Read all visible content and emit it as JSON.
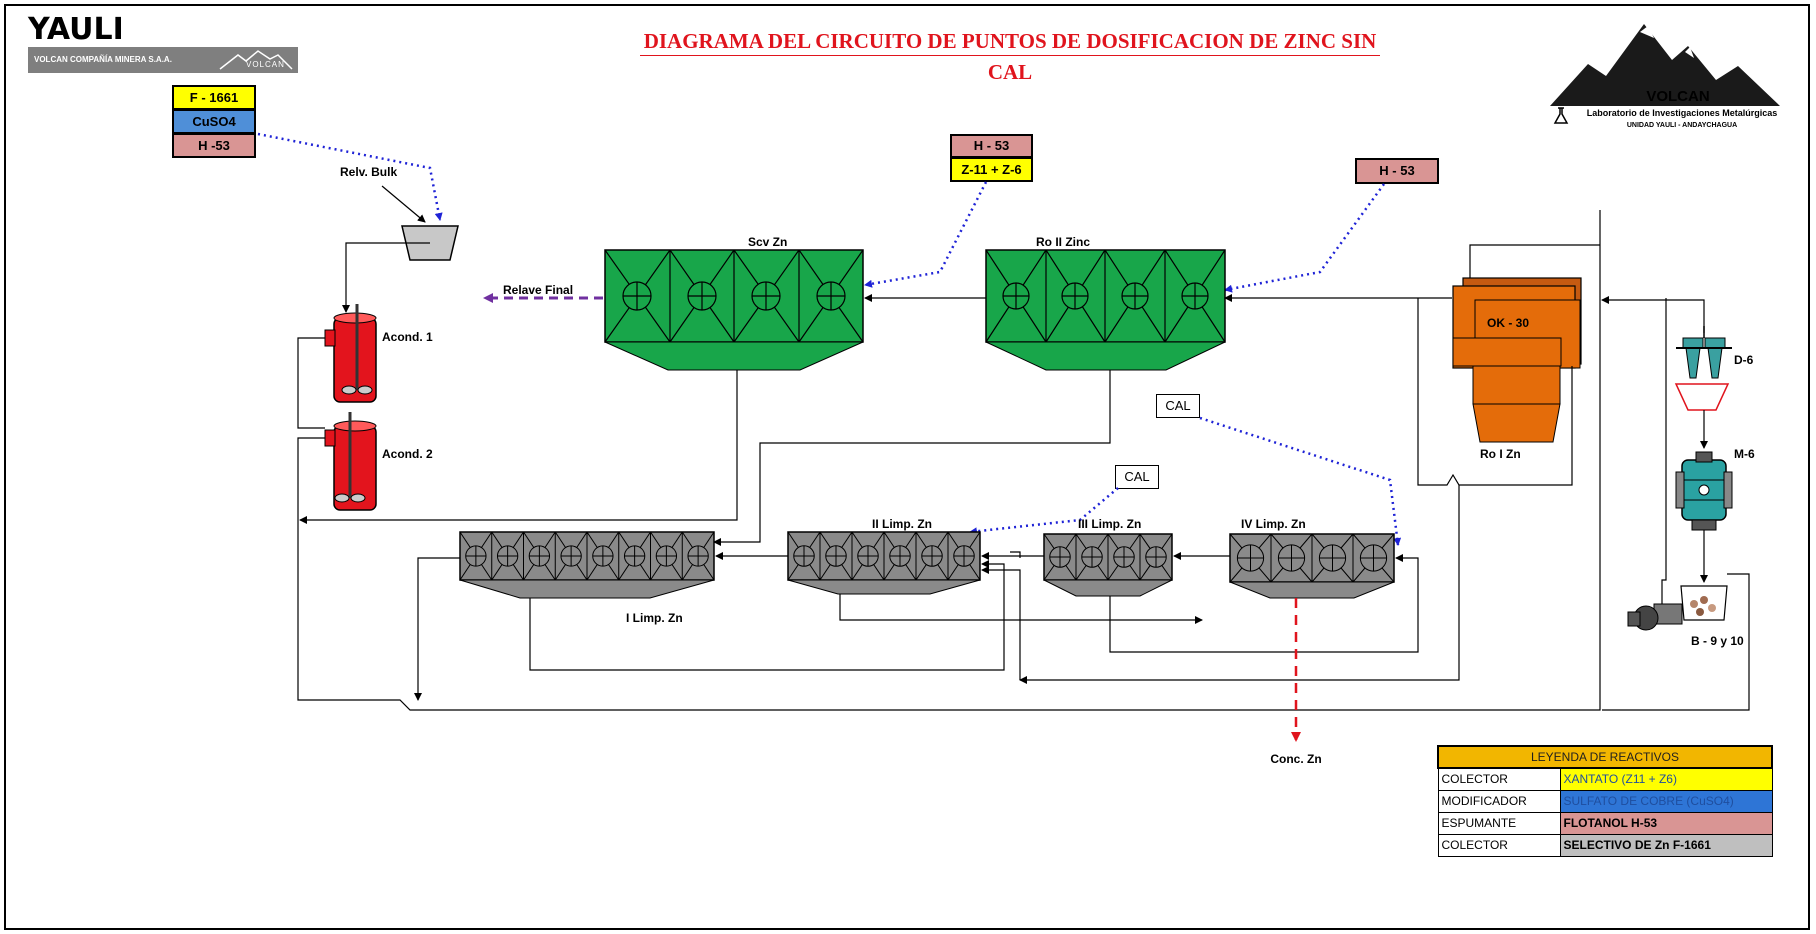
{
  "header": {
    "brand": "YAULI",
    "brand_sub": "VOLCAN COMPAÑÍA MINERA S.A.A.",
    "brand_logo_text": "VOLCAN",
    "title_line1": "DIAGRAMA DEL CIRCUITO DE  PUNTOS DE DOSIFICACION DE ZINC SIN",
    "title_line2": "CAL",
    "lab_name": "VOLCAN",
    "lab_sub": "Laboratorio de Investigaciones Metalúrgicas",
    "lab_unit": "UNIDAD YAULI  -  ANDAYCHAGUA"
  },
  "reagent_tags": {
    "left_f1661": "F - 1661",
    "left_cuso4": "CuSO4",
    "left_h53": "H -53",
    "mid_h53": "H  - 53",
    "mid_z11z6": "Z-11 + Z-6",
    "right_h53": "H  - 53",
    "cal_1": "CAL",
    "cal_2": "CAL"
  },
  "equipment": {
    "relv_bulk": "Relv. Bulk",
    "acond_1": "Acond. 1",
    "acond_2": "Acond. 2",
    "scv_zn": "Scv Zn",
    "ro_ii_zinc": "Ro II Zinc",
    "ok30": "OK - 30",
    "ro_i_zn": "Ro I Zn",
    "d6": "D-6",
    "m6": "M-6",
    "b910": "B - 9 y 10",
    "i_limp": "I Limp. Zn",
    "ii_limp": "II Limp. Zn",
    "iii_limp": "III Limp. Zn",
    "iv_limp": "IV Limp. Zn",
    "relave_final": "Relave Final",
    "conc_zn": "Conc. Zn"
  },
  "legend": {
    "header": "LEYENDA DE REACTIVOS",
    "rows": [
      {
        "type": "COLECTOR",
        "reagent": "XANTATO (Z11 + Z6)",
        "color": "#ffff00",
        "text_color": "#1f4e9e"
      },
      {
        "type": "MODIFICADOR",
        "reagent": "SULFATO DE COBRE (CuSO4)",
        "color": "#2e75d6",
        "text_color": "#1f4e9e"
      },
      {
        "type": "ESPUMANTE",
        "reagent": "FLOTANOL H-53",
        "color": "#d99594",
        "text_color": "#000000"
      },
      {
        "type": "COLECTOR",
        "reagent": "SELECTIVO DE Zn F-1661",
        "color": "#bfbfbf",
        "text_color": "#000000"
      }
    ]
  },
  "colors": {
    "yellow": "#ffff00",
    "blue": "#4f8fd8",
    "pink": "#d99594",
    "green": "#18a64a",
    "grey_cell": "#8a8a8a",
    "red_tank": "#e3141d",
    "orange": "#e46c0a",
    "title_red": "#e0141d",
    "dotted_blue": "#1f23d6",
    "purple": "#7030a0",
    "legend_header": "#f2b600"
  }
}
